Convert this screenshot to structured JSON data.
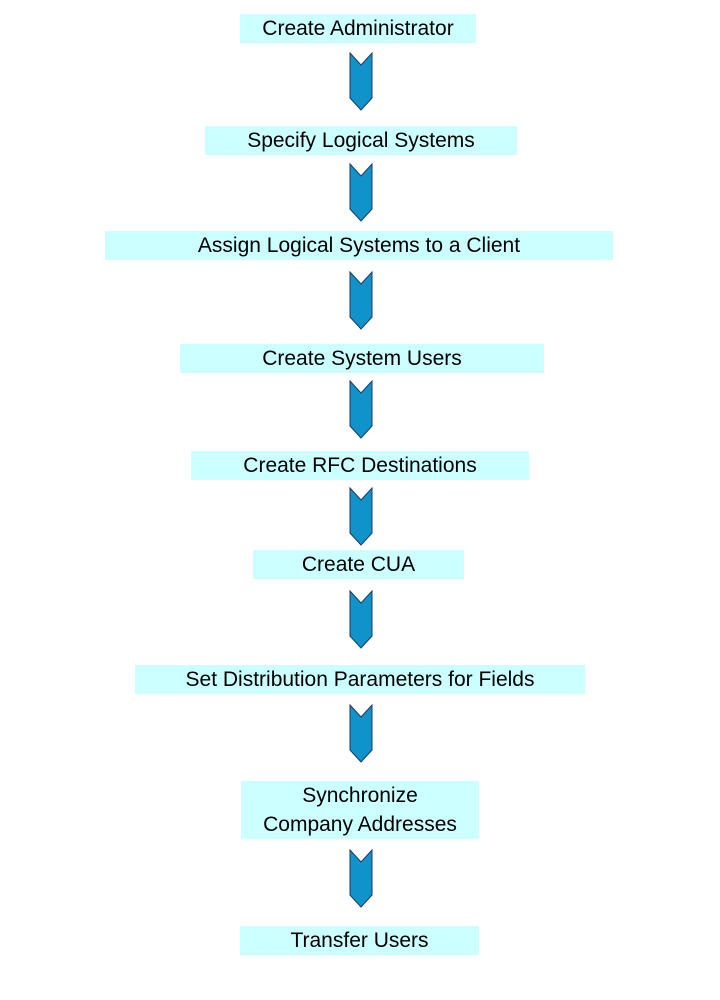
{
  "colors": {
    "step_fill": "#ccffff",
    "arrow_fill": "#0f93c8",
    "arrow_stroke": "#1c3a66"
  },
  "steps": [
    {
      "lines": [
        "Create Administrator"
      ]
    },
    {
      "lines": [
        "Specify Logical Systems"
      ]
    },
    {
      "lines": [
        "Assign Logical Systems to a Client"
      ]
    },
    {
      "lines": [
        "Create System Users"
      ]
    },
    {
      "lines": [
        "Create RFC Destinations"
      ]
    },
    {
      "lines": [
        "Create CUA"
      ]
    },
    {
      "lines": [
        "Set Distribution Parameters for Fields"
      ]
    },
    {
      "lines": [
        "Synchronize",
        "Company Addresses"
      ]
    },
    {
      "lines": [
        "Transfer Users"
      ]
    }
  ],
  "arrow_icon": "chevron-down-arrow-icon"
}
